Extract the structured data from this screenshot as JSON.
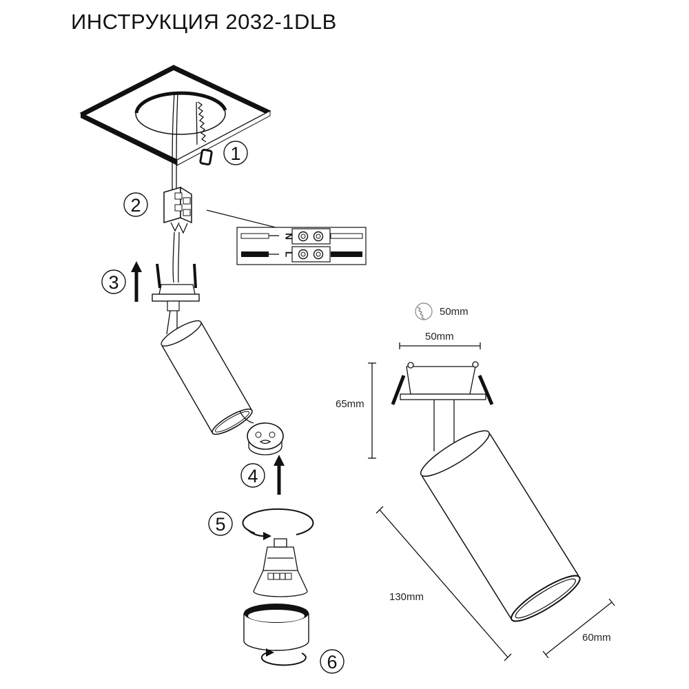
{
  "title": "ИНСТРУКЦИЯ 2032-1DLB",
  "steps": [
    "1",
    "2",
    "3",
    "4",
    "5",
    "6"
  ],
  "wiring": {
    "neutral": "N",
    "live": "L"
  },
  "dimensions": {
    "cutout_diameter": "50mm",
    "mount_width": "50mm",
    "mount_height": "65mm",
    "body_length": "130mm",
    "body_diameter": "60mm"
  },
  "icons": [
    "ceiling-saw-icon",
    "terminal-block-icon",
    "up-arrow-icon",
    "rotate-icon",
    "hole-saw-icon"
  ]
}
